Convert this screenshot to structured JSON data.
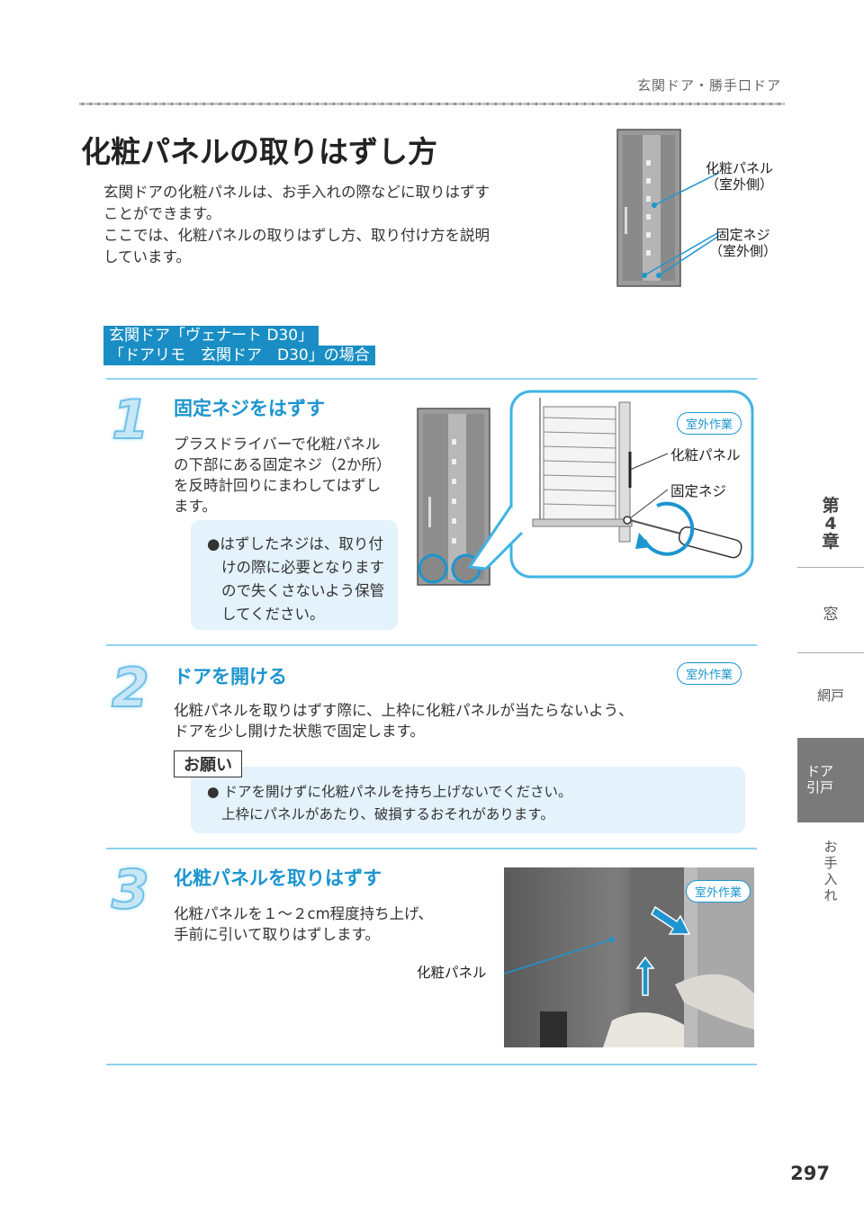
{
  "header": {
    "category": "玄関ドア・勝手口ドア"
  },
  "title": "化粧パネルの取りはずし方",
  "intro": {
    "line1": "玄関ドアの化粧パネルは、お手入れの際などに取りはずす",
    "line2": "ことができます。",
    "line3": "ここでは、化粧パネルの取りはずし方、取り付け方を説明",
    "line4": "しています。"
  },
  "top_figure": {
    "label_panel_1": "化粧パネル",
    "label_panel_2": "（室外側）",
    "label_screw_1": "固定ネジ",
    "label_screw_2": "（室外側）"
  },
  "product": {
    "line1": "玄関ドア「ヴェナート D30」",
    "line2": "「ドアリモ　玄関ドア　D30」の場合"
  },
  "steps": [
    {
      "num": "1",
      "heading": "固定ネジをはずす",
      "lines": [
        "プラスドライバーで化粧パネル",
        "の下部にある固定ネジ（2か所）",
        "を反時計回りにまわしてはずし",
        "ます。"
      ],
      "note": [
        "●はずしたネジは、取り付",
        "けの際に必要となります",
        "ので失くさないよう保管",
        "してください。"
      ],
      "badge": "室外作業",
      "label_panel": "化粧パネル",
      "label_screw": "固定ネジ"
    },
    {
      "num": "2",
      "heading": "ドアを開ける",
      "badge": "室外作業",
      "lines": [
        "化粧パネルを取りはずす際に、上枠に化粧パネルが当たらないよう、",
        "ドアを少し開けた状態で固定します。"
      ],
      "onegai": "お願い",
      "note": [
        "● ドアを開けずに化粧パネルを持ち上げないでください。",
        "上枠にパネルがあたり、破損するおそれがあります。"
      ]
    },
    {
      "num": "3",
      "heading": "化粧パネルを取りはずす",
      "lines": [
        "化粧パネルを１～２cm程度持ち上げ、",
        "手前に引いて取りはずします。"
      ],
      "badge": "室外作業",
      "label_panel": "化粧パネル"
    }
  ],
  "side_tabs": {
    "chapter": [
      "第",
      "4",
      "章"
    ],
    "window": "窓",
    "screen": "網戸",
    "door_1": "ドア",
    "door_2": "引戸",
    "care": [
      "お",
      "手",
      "入",
      "れ"
    ]
  },
  "page_number": "297",
  "colors": {
    "accent": "#1d95cf",
    "light_blue": "#e3f2fb",
    "side_active": "#7a7a7a"
  }
}
